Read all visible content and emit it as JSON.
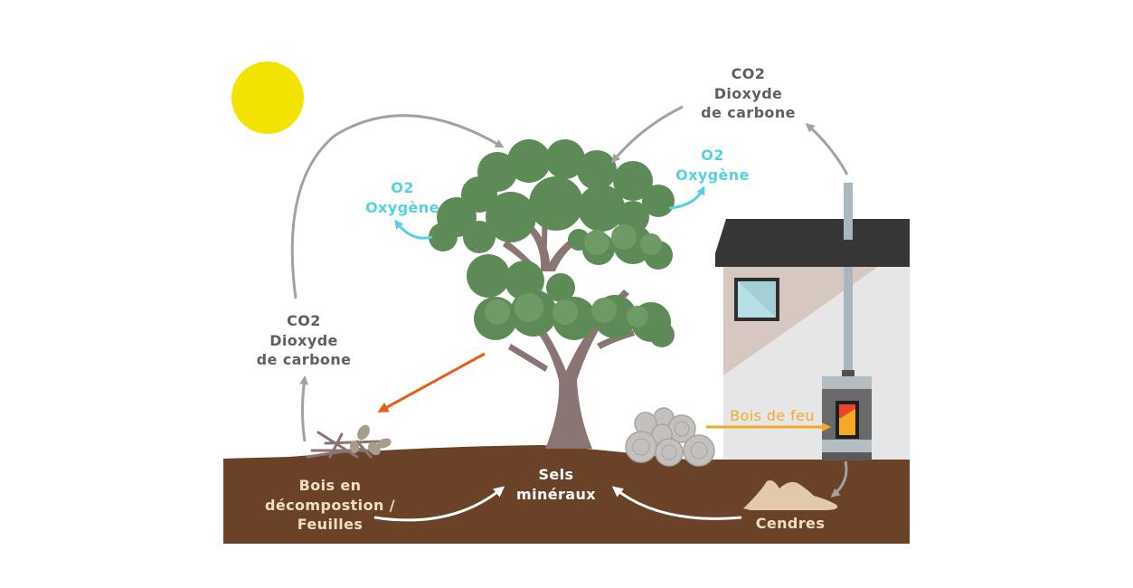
{
  "labels": {
    "co2_top": [
      "CO2",
      "Dioxyde",
      "de carbone"
    ],
    "co2_left": [
      "CO2",
      "Dioxyde",
      "de carbone"
    ],
    "o2_left": [
      "O2",
      "Oxygène"
    ],
    "o2_right": [
      "O2",
      "Oxygène"
    ],
    "bois_feu": "Bois de feu",
    "bois_decomp": [
      "Bois en",
      "décompostion /",
      "Feuilles"
    ],
    "sels": [
      "Sels",
      "minéraux"
    ],
    "cendres": "Cendres"
  },
  "colors": {
    "sun": "#f2e400",
    "ground": "#6a4228",
    "foliage": "#5e8a58",
    "foliage_light": "#6f9a66",
    "trunk": "#8a7474",
    "roof": "#363636",
    "wall": "#e6e6e6",
    "wall_shadow": "#d6c8c0",
    "window": "#b7dfe6",
    "chimney": "#a9b6bd",
    "stove": "#6a6a6a",
    "fire": "#f7a824",
    "ash": "#e2c8ac",
    "arrow_gray": "#a2a2a2",
    "arrow_cyan": "#52d2e4",
    "arrow_orange": "#e85c1a",
    "arrow_white": "#ffffff",
    "log": "#c4c0bd"
  },
  "icons": [
    "sun-icon",
    "tree-icon",
    "house-icon",
    "stove-icon",
    "log-pile-icon",
    "branches-leaves-icon",
    "ash-pile-icon"
  ]
}
